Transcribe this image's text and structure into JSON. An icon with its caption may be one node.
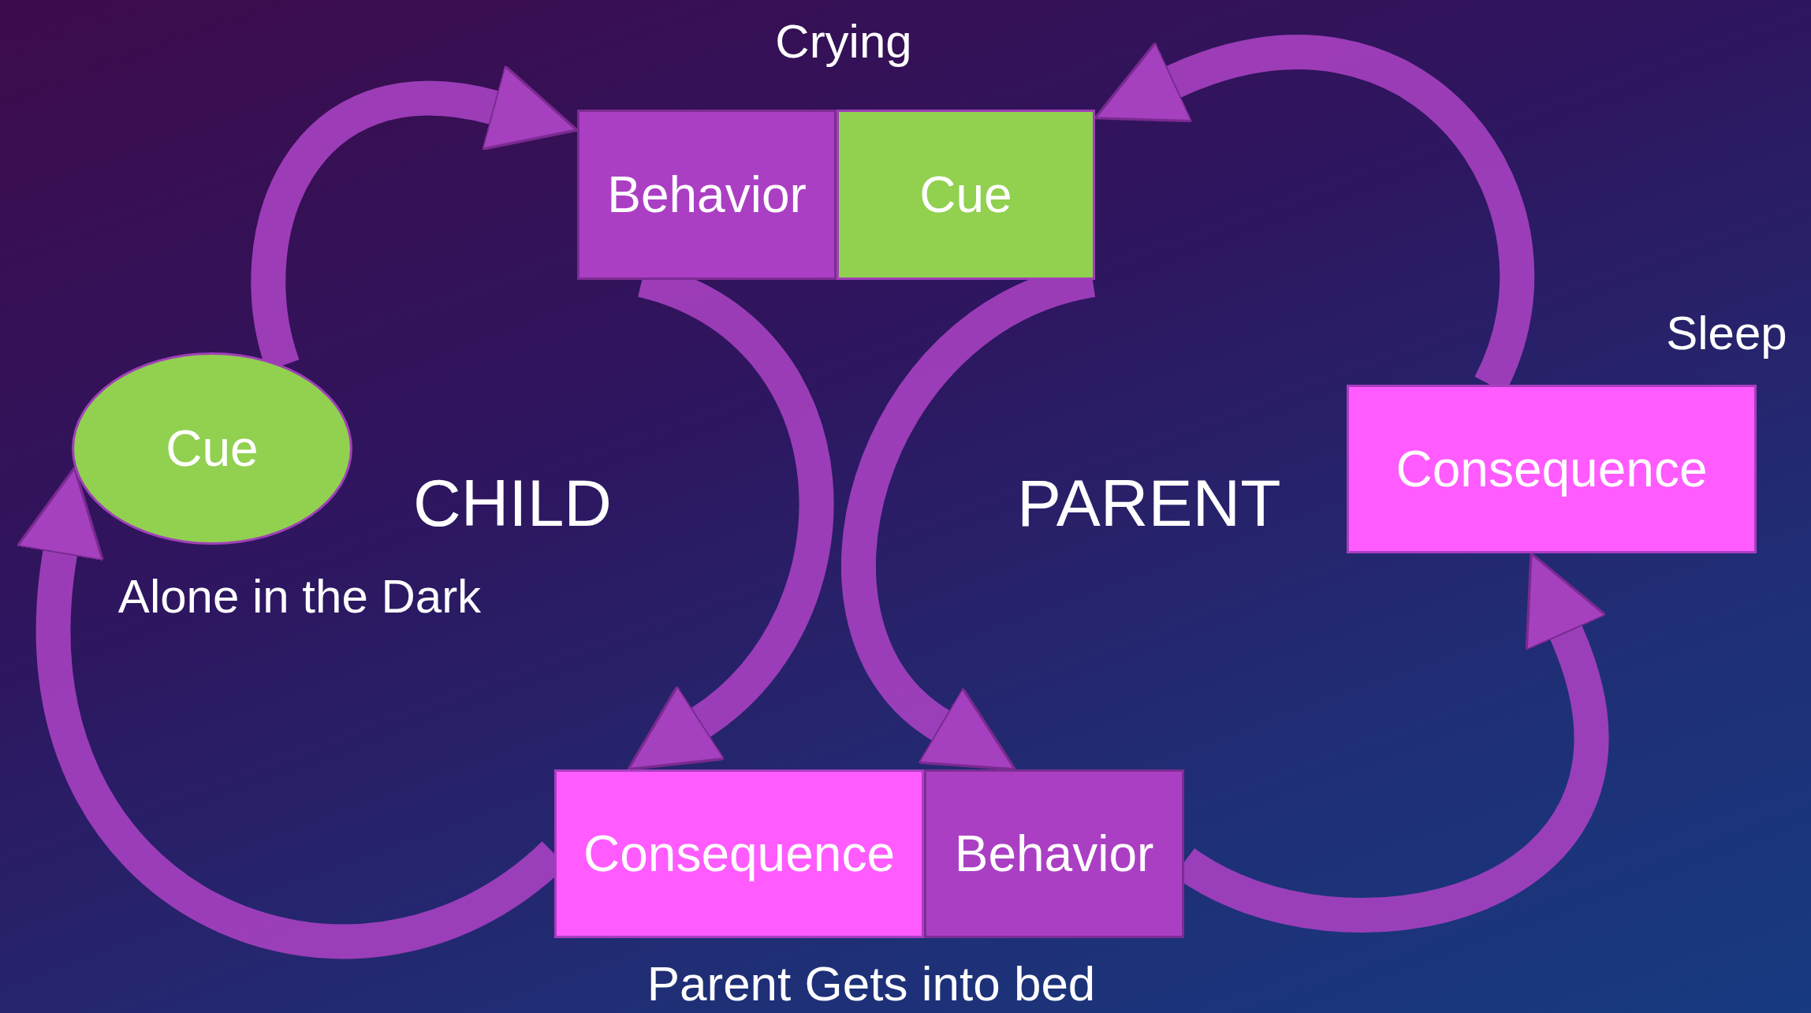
{
  "diagram": {
    "nodes": [
      {
        "text": [
          "Cue"
        ],
        "beside": [
          "Alone in the Dark"
        ]
      },
      {
        "text": [
          "Behavior"
        ]
      },
      {
        "text": [
          "Cue"
        ]
      },
      {
        "text": [
          "Consequence"
        ],
        "beside": [
          "Sleep"
        ]
      },
      {
        "text": [
          "Consequence"
        ]
      },
      {
        "text": [
          "Behavior"
        ]
      }
    ],
    "edges": [
      {
        "from": 0,
        "to": 1,
        "arrow": "to"
      },
      {
        "from": 1,
        "to": 4,
        "arrow": "to"
      },
      {
        "from": 2,
        "to": 5,
        "arrow": "to"
      },
      {
        "from": 5,
        "to": 3,
        "arrow": "to"
      },
      {
        "from": 3,
        "to": 2,
        "arrow": "to"
      },
      {
        "from": 4,
        "to": 0,
        "arrow": "to"
      }
    ],
    "labels": [
      "Crying",
      "CHILD",
      "PARENT",
      "Parent Gets into bed"
    ]
  }
}
